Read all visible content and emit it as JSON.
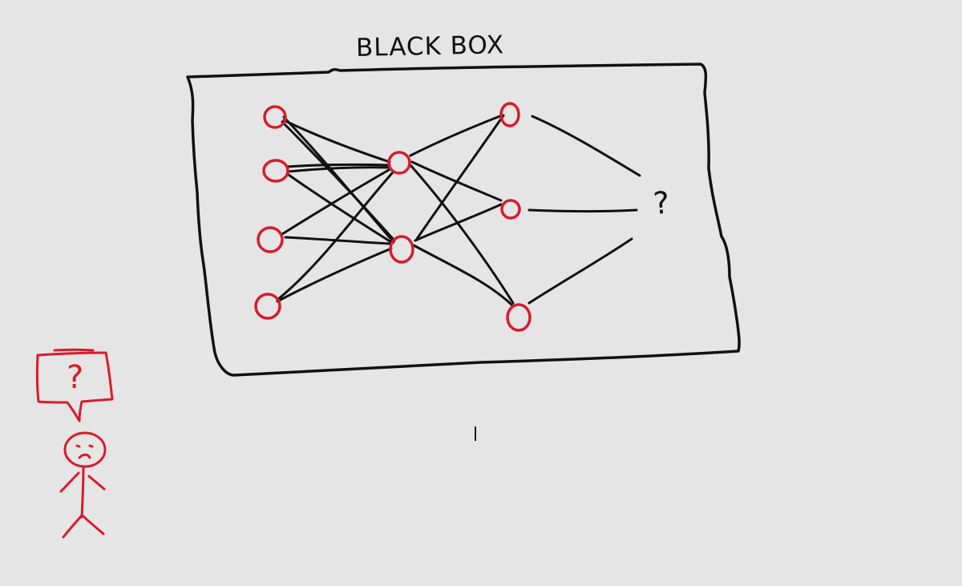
{
  "title": "BLACK BOX",
  "network_question_mark": "?",
  "person_question_mark": "?",
  "colors": {
    "background": "#e5e5e5",
    "ink": "#111111",
    "neuron": "#d81b2a",
    "person": "#d81b2a"
  },
  "network": {
    "layers": [
      4,
      2,
      3
    ],
    "input_neurons": [
      "input-1",
      "input-2",
      "input-3",
      "input-4"
    ],
    "hidden_neurons": [
      "hidden-1",
      "hidden-2"
    ],
    "output_neurons": [
      "output-1",
      "output-2",
      "output-3"
    ]
  },
  "icons": {
    "person": "sad-stick-figure-icon",
    "speech_bubble": "speech-bubble-icon"
  }
}
